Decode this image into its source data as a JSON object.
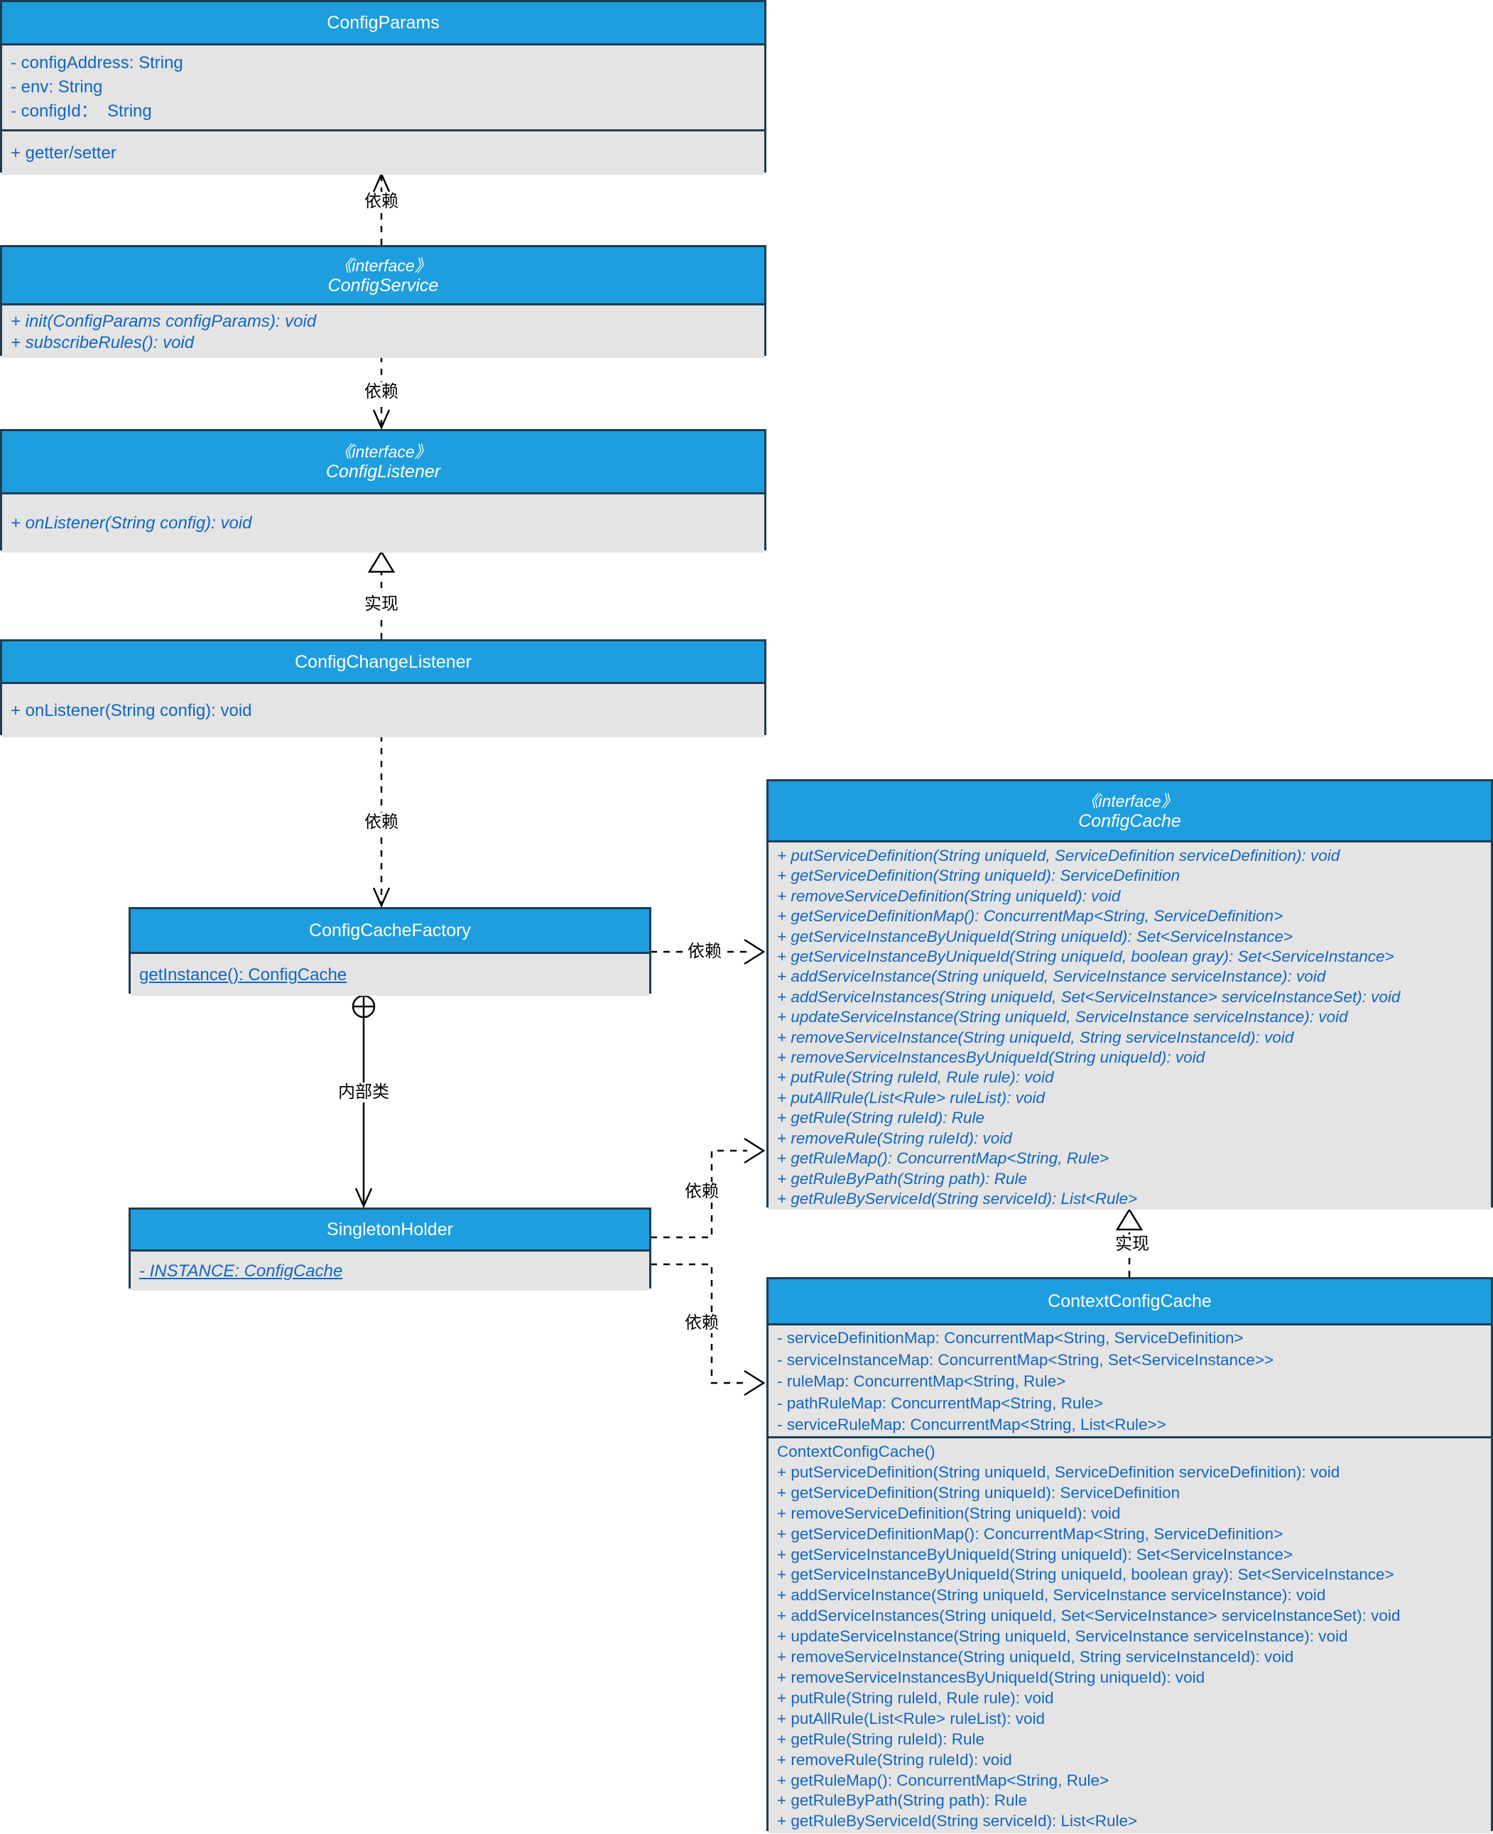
{
  "colors": {
    "header_blue": "#1E9EDE",
    "body_gray": "#E4E4E4",
    "border_navy": "#1F3D52",
    "member_text_blue": "#1266C1",
    "edge_label_black": "#000000"
  },
  "classes": {
    "config_params": {
      "title": "ConfigParams",
      "attributes": [
        "- configAddress: String",
        "- env: String",
        "- configId：  String"
      ],
      "methods": [
        "+ getter/setter"
      ]
    },
    "config_service": {
      "stereotype": "《interface》",
      "title": "ConfigService",
      "methods": [
        "+ init(ConfigParams configParams): void",
        "+ subscribeRules(): void"
      ]
    },
    "config_listener": {
      "stereotype": "《interface》",
      "title": "ConfigListener",
      "methods": [
        "+ onListener(String config): void"
      ]
    },
    "config_change_listener": {
      "title": "ConfigChangeListener",
      "methods": [
        "+ onListener(String config): void"
      ]
    },
    "config_cache_factory": {
      "title": "ConfigCacheFactory",
      "methods": [
        "getInstance(): ConfigCache"
      ]
    },
    "singleton_holder": {
      "title": "SingletonHolder",
      "attributes": [
        "- INSTANCE: ConfigCache"
      ]
    },
    "config_cache": {
      "stereotype": "《interface》",
      "title": "ConfigCache",
      "methods": [
        "+ putServiceDefinition(String uniqueId, ServiceDefinition serviceDefinition): void",
        "+ getServiceDefinition(String uniqueId): ServiceDefinition",
        "+ removeServiceDefinition(String uniqueId): void",
        "+ getServiceDefinitionMap(): ConcurrentMap<String, ServiceDefinition>",
        "+ getServiceInstanceByUniqueId(String uniqueId): Set<ServiceInstance>",
        "+ getServiceInstanceByUniqueId(String uniqueId, boolean gray): Set<ServiceInstance>",
        "+ addServiceInstance(String uniqueId, ServiceInstance serviceInstance): void",
        "+ addServiceInstances(String uniqueId, Set<ServiceInstance> serviceInstanceSet): void",
        "+ updateServiceInstance(String uniqueId, ServiceInstance serviceInstance): void",
        "+ removeServiceInstance(String uniqueId, String serviceInstanceId): void",
        "+ removeServiceInstancesByUniqueId(String uniqueId): void",
        "+ putRule(String ruleId, Rule rule): void",
        "+ putAllRule(List<Rule> ruleList): void",
        "+ getRule(String ruleId): Rule",
        "+ removeRule(String ruleId): void",
        "+ getRuleMap(): ConcurrentMap<String, Rule>",
        "+ getRuleByPath(String path): Rule",
        "+ getRuleByServiceId(String serviceId): List<Rule>"
      ]
    },
    "context_config_cache": {
      "title": "ContextConfigCache",
      "attributes": [
        "- serviceDefinitionMap: ConcurrentMap<String, ServiceDefinition>",
        "- serviceInstanceMap: ConcurrentMap<String, Set<ServiceInstance>>",
        "- ruleMap: ConcurrentMap<String, Rule>",
        "- pathRuleMap: ConcurrentMap<String, Rule>",
        "- serviceRuleMap: ConcurrentMap<String, List<Rule>>"
      ],
      "methods": [
        "ContextConfigCache()",
        "+ putServiceDefinition(String uniqueId, ServiceDefinition serviceDefinition): void",
        "+ getServiceDefinition(String uniqueId): ServiceDefinition",
        "+ removeServiceDefinition(String uniqueId): void",
        "+ getServiceDefinitionMap(): ConcurrentMap<String, ServiceDefinition>",
        "+ getServiceInstanceByUniqueId(String uniqueId): Set<ServiceInstance>",
        "+ getServiceInstanceByUniqueId(String uniqueId, boolean gray): Set<ServiceInstance>",
        "+ addServiceInstance(String uniqueId, ServiceInstance serviceInstance): void",
        "+ addServiceInstances(String uniqueId, Set<ServiceInstance> serviceInstanceSet): void",
        "+ updateServiceInstance(String uniqueId, ServiceInstance serviceInstance): void",
        "+ removeServiceInstance(String uniqueId, String serviceInstanceId): void",
        "+ removeServiceInstancesByUniqueId(String uniqueId): void",
        "+ putRule(String ruleId, Rule rule): void",
        "+ putAllRule(List<Rule> ruleList): void",
        "+ getRule(String ruleId): Rule",
        "+ removeRule(String ruleId): void",
        "+ getRuleMap(): ConcurrentMap<String, Rule>",
        "+ getRuleByPath(String path): Rule",
        "+ getRuleByServiceId(String serviceId): List<Rule>"
      ]
    }
  },
  "edges": {
    "labels": {
      "dependency": "依赖",
      "realization": "实现",
      "inner_class": "内部类"
    }
  }
}
